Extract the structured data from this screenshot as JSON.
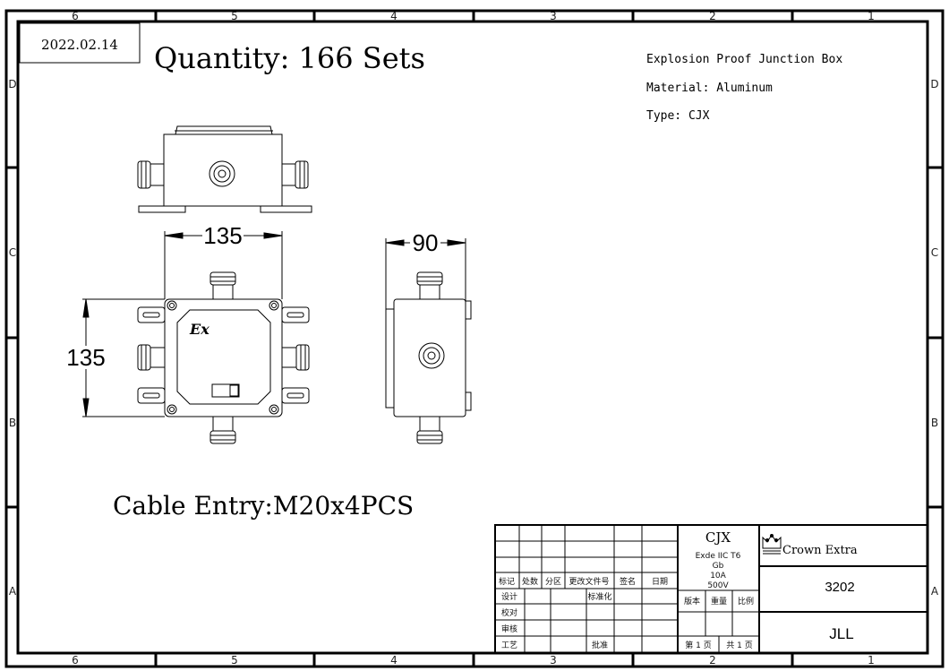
{
  "header": {
    "date": "2022.02.14",
    "quantity": "Quantity: 166 Sets",
    "product": "Explosion Proof Junction Box",
    "material": "Material: Aluminum",
    "type": "Type: CJX"
  },
  "drawing": {
    "dim_width": "135",
    "dim_height": "135",
    "dim_depth": "90",
    "ex_mark": "Ex",
    "cable_entry": "Cable Entry:M20x4PCS"
  },
  "zones": {
    "columns": [
      "6",
      "5",
      "4",
      "3",
      "2",
      "1"
    ],
    "rows": [
      "D",
      "C",
      "B",
      "A"
    ]
  },
  "title_block": {
    "headers": [
      "标记",
      "处数",
      "分区",
      "更改文件号",
      "签名",
      "日期"
    ],
    "roles": [
      "设计",
      "校对",
      "审核",
      "工艺"
    ],
    "standardization": "标准化",
    "approval": "批准",
    "model": "CJX",
    "rating_line1": "Exde IIC  T6",
    "rating_line2": "Gb",
    "rating_line3": "10A",
    "rating_line4": "500V",
    "version": "版本",
    "weight": "重量",
    "scale": "比例",
    "sheet": "第 1 页",
    "total": "共 1 页",
    "company": "Crown Extra",
    "drawing_no": "3202",
    "author": "JLL"
  }
}
